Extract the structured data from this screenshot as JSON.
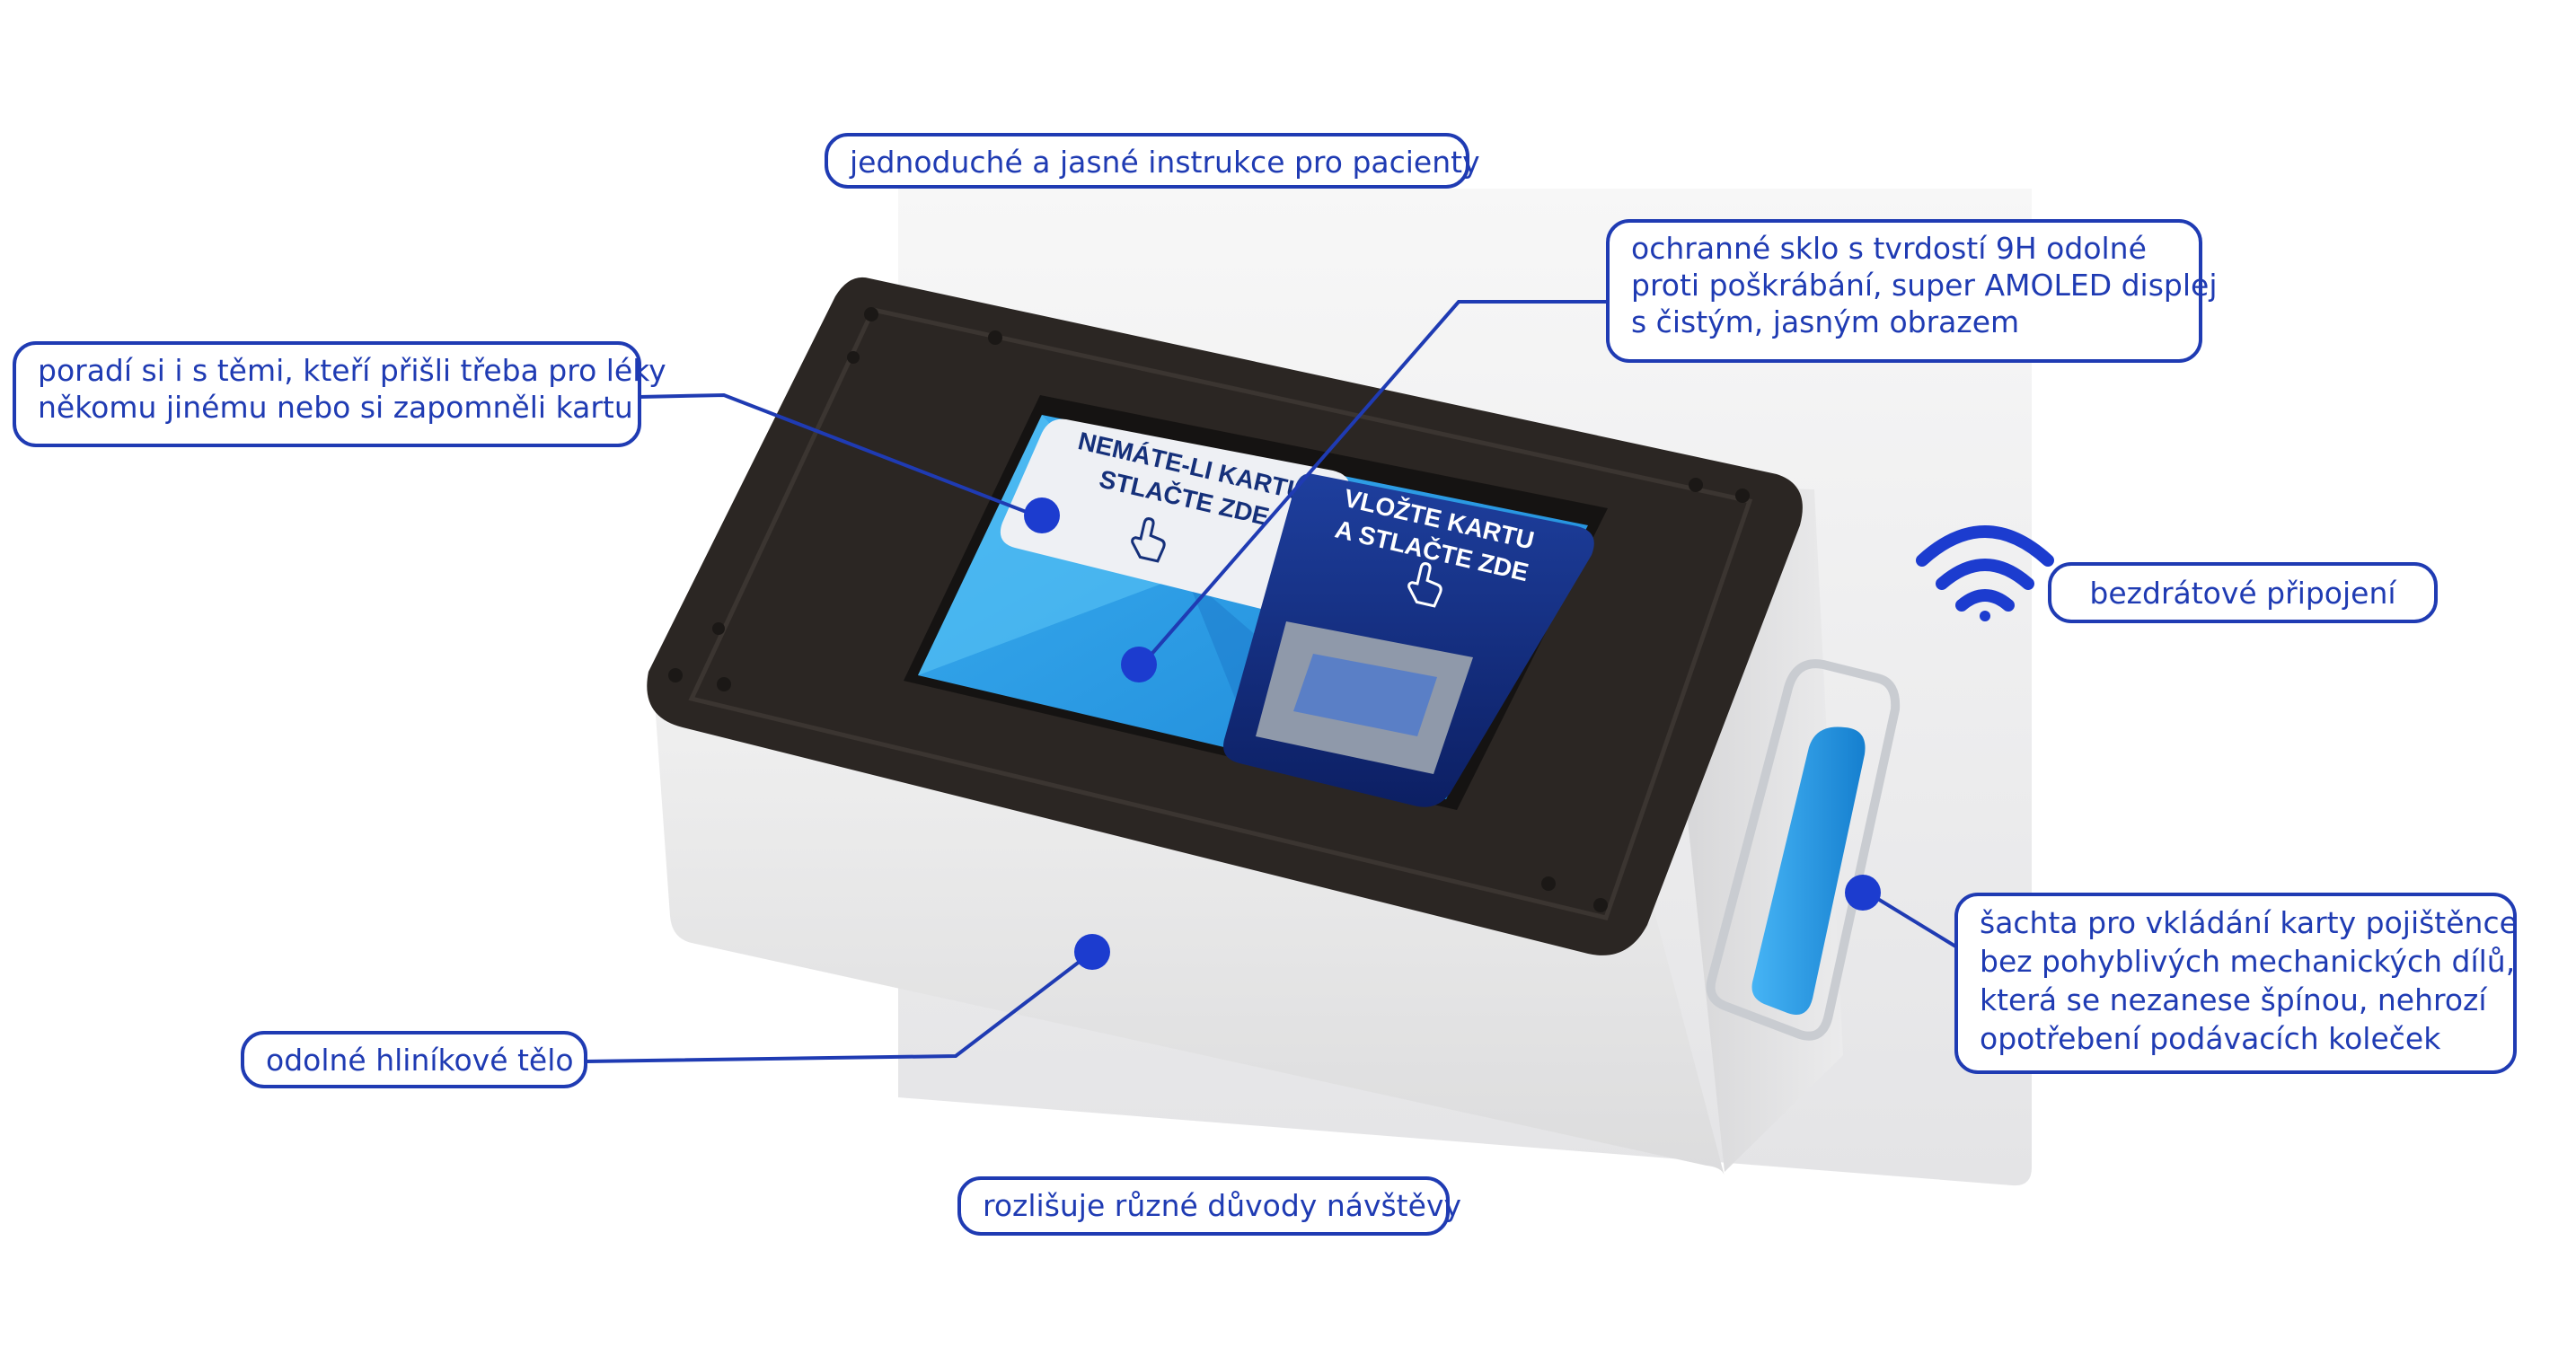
{
  "callouts": {
    "instructions": {
      "lines": [
        "jednoduché a jasné instrukce pro pacienty"
      ]
    },
    "glass": {
      "lines": [
        "ochranné sklo s tvrdostí 9H odolné",
        "proti poškrábání, super AMOLED displej",
        "s čistým, jasným obrazem"
      ]
    },
    "forgot_card": {
      "lines": [
        "poradí si i s těmi, kteří přišli třeba pro léky",
        "někomu jinému nebo si zapomněli kartu"
      ]
    },
    "wireless": {
      "lines": [
        "bezdrátové připojení"
      ]
    },
    "card_slot": {
      "lines": [
        "šachta pro vkládání karty pojištěnce",
        "bez pohyblivých mechanických dílů,",
        "která se nezanese špínou, nehrozí",
        "opotřebení podávacích koleček"
      ]
    },
    "body": {
      "lines": [
        "odolné hliníkové tělo"
      ]
    },
    "visits": {
      "lines": [
        "rozlišuje různé důvody návštěvy"
      ]
    }
  },
  "screen": {
    "left_button": [
      "NEMÁTE-LI KARTU",
      "STLAČTE ZDE"
    ],
    "right_button": [
      "VLOŽTE KARTU",
      "A STLAČTE ZDE"
    ]
  },
  "colors": {
    "accent": "#1f3bb3",
    "dot": "#1c3ccf",
    "screen_blue": "#2b9ee6",
    "card_slot_blue": "#1c8fe0",
    "frame": "#2b2623"
  },
  "icons": [
    "wifi-icon",
    "hand-pointer-icon",
    "hand-pointer-icon"
  ]
}
